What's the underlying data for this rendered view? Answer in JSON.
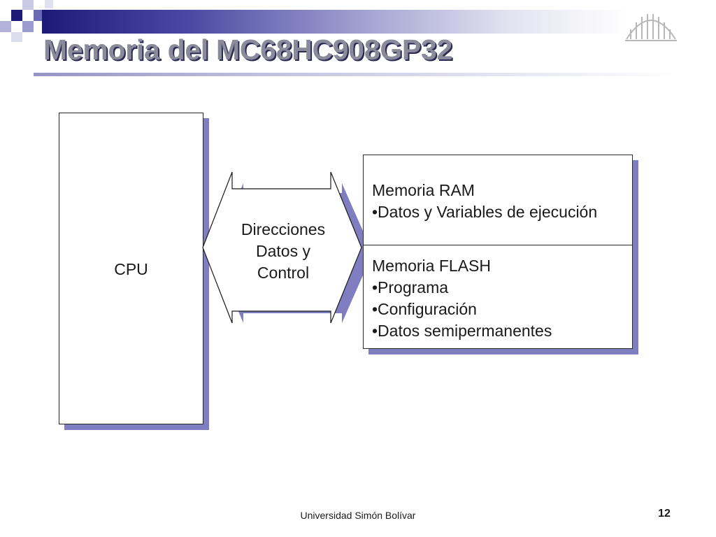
{
  "slide": {
    "title": "Memoria del MC68HC908GP32",
    "footer": "Universidad Simón Bolívar",
    "page_number": "12"
  },
  "diagram": {
    "cpu": {
      "label": "CPU"
    },
    "bus": {
      "lines": [
        "Direcciones",
        "Datos y",
        "Control"
      ]
    },
    "ram": {
      "title": "Memoria RAM",
      "items": [
        "•Datos y Variables de ejecución"
      ]
    },
    "flash": {
      "title": "Memoria FLASH",
      "items": [
        "•Programa",
        "•Configuración",
        "•Datos semipermanentes"
      ]
    }
  },
  "colors": {
    "header_dark": "#1d1b78",
    "shadow": "#7e7ec0",
    "title": "#8a8a9a"
  }
}
